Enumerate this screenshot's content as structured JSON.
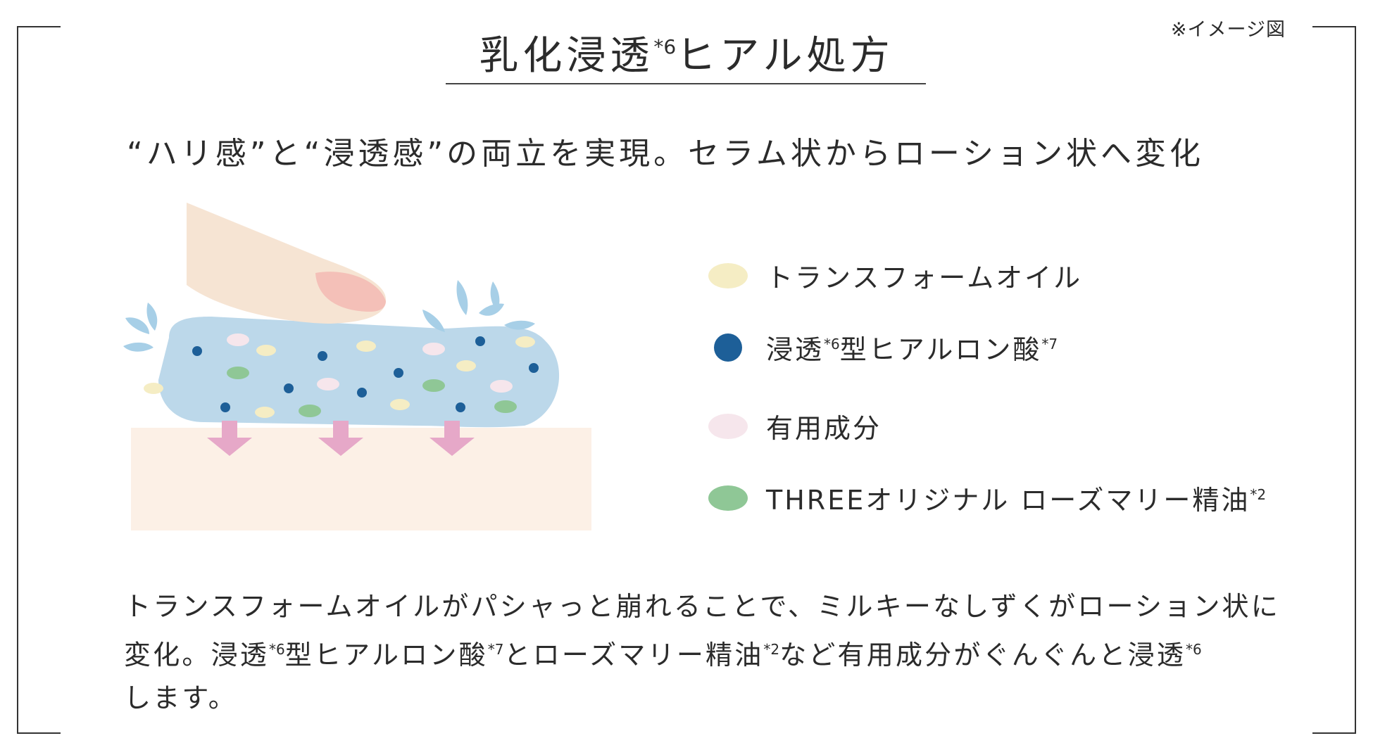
{
  "note": "※イメージ図",
  "title": {
    "main": "乳化浸透",
    "sup": "*6",
    "rest": "ヒアル処方"
  },
  "subtitle": "“ハリ感”と“浸透感”の両立を実現。セラム状からローション状へ変化",
  "colors": {
    "oil": "#f5edc4",
    "hyaluronic": "#1d5f98",
    "active": "#f6e6ec",
    "rosemary": "#8fc796",
    "serum": "#bcd8ea",
    "skin": "#fcf0e6",
    "finger": "#f6e4d3",
    "nail": "#f4c0b8",
    "arrow": "#e6a8c8",
    "splash": "#a7cfe7"
  },
  "legend": [
    {
      "label": "トランスフォームオイル",
      "sup": "",
      "swatch": "oil"
    },
    {
      "label": "浸透",
      "sup": "*6",
      "label2": "型ヒアルロン酸",
      "sup2": "*7",
      "swatch": "hyaluronic"
    },
    {
      "label": "有用成分",
      "sup": "",
      "swatch": "active"
    },
    {
      "label": "THREEオリジナル ローズマリー精油",
      "sup": "*2",
      "swatch": "rosemary"
    }
  ],
  "body": {
    "line1": "トランスフォームオイルがパシャっと崩れることで、ミルキーなしずくがローション状に",
    "line2a": "変化。浸透",
    "line2a_sup": "*6",
    "line2b": "型ヒアルロン酸",
    "line2b_sup": "*7",
    "line2c": "とローズマリー精油",
    "line2c_sup": "*2",
    "line2d": "など有用成分がぐんぐんと浸透",
    "line2d_sup": "*6",
    "line3": "します。"
  }
}
